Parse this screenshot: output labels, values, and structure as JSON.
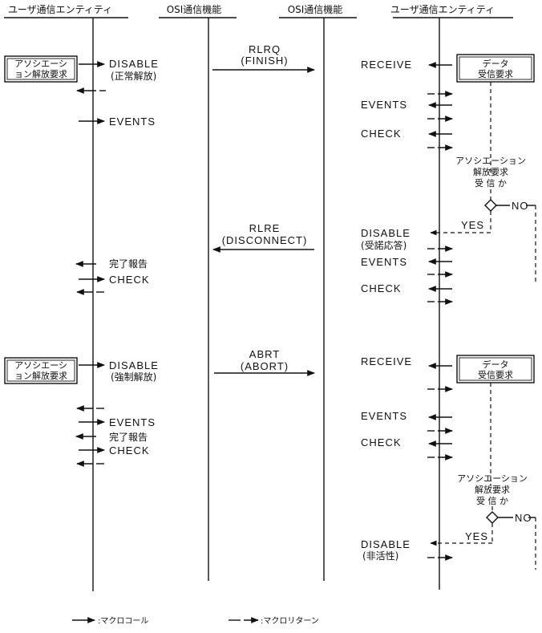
{
  "columns": {
    "user_left": "ユーザ通信エンティティ",
    "osi_left": "OSI通信機能",
    "osi_right": "OSI通信機能",
    "user_right": "ユーザ通信エンティティ"
  },
  "boxes": {
    "release_request_1": [
      "アソシエーシ",
      "ョン解放要求"
    ],
    "data_request_1": [
      "データ",
      "受信要求"
    ],
    "release_request_2": [
      "アソシエーシ",
      "ョン解放要求"
    ],
    "data_request_2": [
      "データ",
      "受信要求"
    ]
  },
  "phase1": {
    "disable": "DISABLE",
    "disable_note": "(正常解放)",
    "events": "EVENTS",
    "primitive": "RLRQ",
    "primitive_note": "(FINISH)",
    "receive": "RECEIVE",
    "events_right": "EVENTS",
    "check_right": "CHECK",
    "question": [
      "アソシエーション",
      "解放要求",
      "受 信 か"
    ],
    "yes": "YES",
    "no": "NO"
  },
  "phase2": {
    "primitive": "RLRE",
    "primitive_note": "(DISCONNECT)",
    "disable_right": "DISABLE",
    "disable_right_note": "(受諾応答)",
    "events_right": "EVENTS",
    "check_right": "CHECK",
    "completion": "完了報告",
    "check_left": "CHECK"
  },
  "phase3": {
    "disable": "DISABLE",
    "disable_note": "(強制解放)",
    "primitive": "ABRT",
    "primitive_note": "(ABORT)",
    "receive": "RECEIVE",
    "events_left": "EVENTS",
    "completion": "完了報告",
    "check_left": "CHECK",
    "events_right": "EVENTS",
    "check_right": "CHECK",
    "question": [
      "アソシエーション",
      "解放要求",
      "受 信 か"
    ],
    "yes": "YES",
    "no": "NO",
    "disable_right": "DISABLE",
    "disable_right_note": "(非活性)"
  },
  "legend": {
    "macro_call": ":マクロコール",
    "macro_return": ":マクロリターン"
  },
  "colors": {
    "ink": "#111111",
    "background": "#ffffff"
  }
}
